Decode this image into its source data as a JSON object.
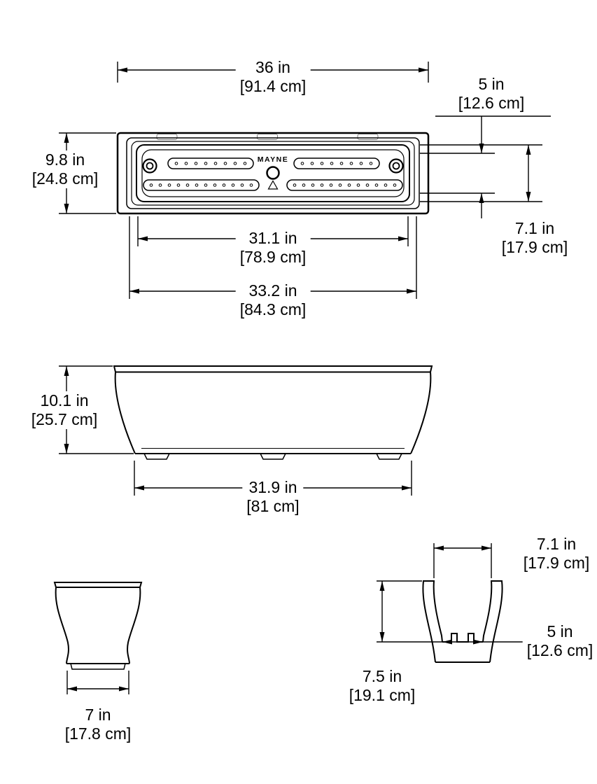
{
  "brand": {
    "logo": "MAYNE"
  },
  "top_view": {
    "overall_width": {
      "in": "36 in",
      "cm": "[91.4 cm]"
    },
    "trough_width": {
      "in": "5 in",
      "cm": "[12.6 cm]"
    },
    "overall_depth": {
      "in": "9.8 in",
      "cm": "[24.8 cm]"
    },
    "opening_depth": {
      "in": "7.1 in",
      "cm": "[17.9 cm]"
    },
    "inner_length": {
      "in": "31.1 in",
      "cm": "[78.9 cm]"
    },
    "rim_length": {
      "in": "33.2 in",
      "cm": "[84.3 cm]"
    }
  },
  "front_view": {
    "height": {
      "in": "10.1 in",
      "cm": "[25.7 cm]"
    },
    "base_length": {
      "in": "31.9 in",
      "cm": "[81 cm]"
    }
  },
  "end_view": {
    "base_width": {
      "in": "7 in",
      "cm": "[17.8 cm]"
    }
  },
  "section_view": {
    "opening_width": {
      "in": "7.1 in",
      "cm": "[17.9 cm]"
    },
    "floor_width": {
      "in": "5 in",
      "cm": "[12.6 cm]"
    },
    "inner_depth": {
      "in": "7.5 in",
      "cm": "[19.1 cm]"
    }
  },
  "colors": {
    "line": "#000000",
    "background": "#ffffff"
  }
}
